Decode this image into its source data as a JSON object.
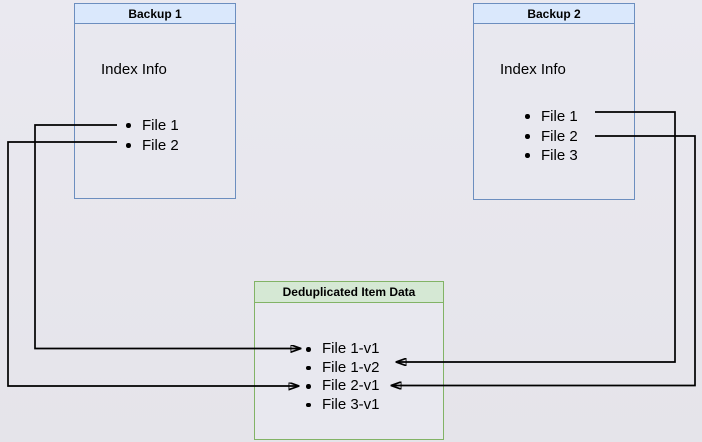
{
  "diagram": {
    "backup1": {
      "title": "Backup 1",
      "label": "Index Info",
      "items": [
        "File 1",
        "File 2"
      ]
    },
    "backup2": {
      "title": "Backup 2",
      "label": "Index Info",
      "items": [
        "File 1",
        "File 2",
        "File 3"
      ]
    },
    "dedup": {
      "title": "Deduplicated Item Data",
      "items": [
        "File 1-v1",
        "File 1-v2",
        "File 2-v1",
        "File 3-v1"
      ]
    },
    "connections": [
      {
        "from": "Backup 1 / File 1",
        "to": "File 1-v1",
        "direction": "left-route"
      },
      {
        "from": "Backup 1 / File 2",
        "to": "File 2-v1",
        "direction": "left-route"
      },
      {
        "from": "Backup 2 / File 1",
        "to": "File 1-v2",
        "direction": "right-route"
      },
      {
        "from": "Backup 2 / File 2",
        "to": "File 2-v1",
        "direction": "right-route"
      }
    ],
    "colors": {
      "backup_box_border": "#6c8ebf",
      "backup_header_fill": "#dae8fc",
      "dedup_box_border": "#82b366",
      "dedup_header_fill": "#d5e8d4",
      "box_body_fill": "#e8e8ef",
      "page_background": "#e8e7ee",
      "connector": "#000000"
    }
  }
}
